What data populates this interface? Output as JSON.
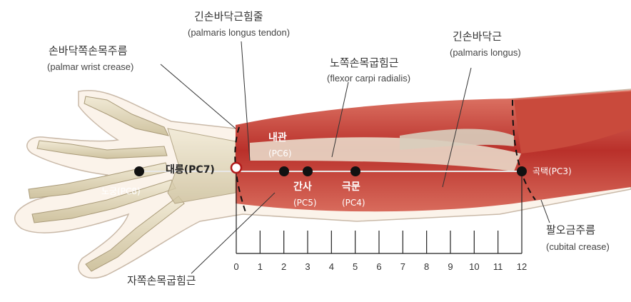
{
  "labels": {
    "palmaris_longus_tendon": {
      "ko": "긴손바닥근힘줄",
      "en": "(palmaris longus tendon)"
    },
    "palmar_wrist_crease": {
      "ko": "손바닥쪽손목주름",
      "en": "(palmar wrist crease)"
    },
    "flexor_carpi_radialis": {
      "ko": "노쪽손목굽힘근",
      "en": "(flexor carpi radialis)"
    },
    "palmaris_longus": {
      "ko": "긴손바닥근",
      "en": "(palmaris longus)"
    },
    "cubital_crease": {
      "ko": "팔오금주름",
      "en": "(cubital crease)"
    },
    "flexor_carpi_ulnaris": {
      "ko": "자쪽손목굽힘근"
    }
  },
  "points": {
    "pc8": {
      "label": "노궁(PC8)",
      "style": "filled"
    },
    "pc7": {
      "label": "대릉(PC7)",
      "style": "hollow-red"
    },
    "pc6": {
      "ko": "내관",
      "code": "(PC6)",
      "style": "filled"
    },
    "pc5": {
      "ko": "간사",
      "code": "(PC5)",
      "style": "filled"
    },
    "pc4": {
      "ko": "극문",
      "code": "(PC4)",
      "style": "filled"
    },
    "pc3": {
      "label": "곡택(PC3)",
      "style": "filled"
    }
  },
  "scale": {
    "ticks": [
      "0",
      "1",
      "2",
      "3",
      "4",
      "5",
      "6",
      "7",
      "8",
      "9",
      "10",
      "11",
      "12"
    ]
  },
  "colors": {
    "muscle": "#c0392b",
    "bone": "#e6dcc0",
    "point": "#111111",
    "pc7_ring": "#b11a1a"
  }
}
